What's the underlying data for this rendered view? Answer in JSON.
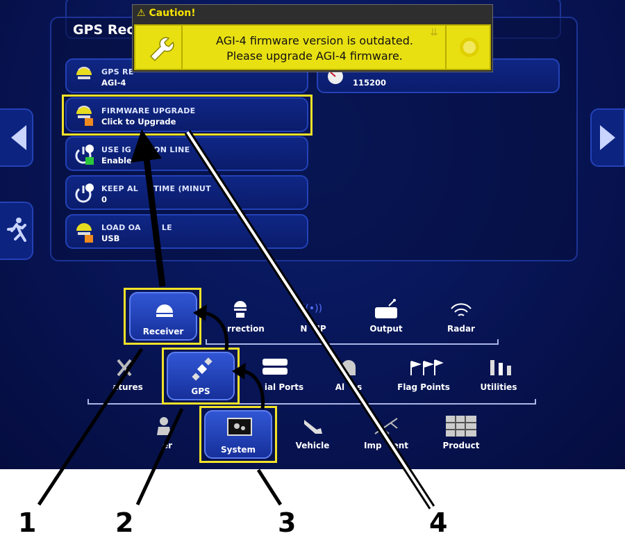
{
  "panel": {
    "title": "GPS Rec",
    "settings": [
      {
        "label": "GPS RE",
        "value": "AGI-4"
      },
      {
        "label": "FIRMWARE UPGRADE",
        "value": "Click to Upgrade"
      },
      {
        "label": "USE IG",
        "label_tail": "ON LINE",
        "value": "Enable"
      },
      {
        "label": "KEEP AL",
        "label_tail": "TIME (MINUT",
        "value": "0"
      },
      {
        "label": "LOAD OA",
        "label_tail": "LE",
        "value": "USB"
      }
    ],
    "right_setting": {
      "value": "115200"
    }
  },
  "caution": {
    "heading": "Caution!",
    "message_line1": "AGI-4 firmware version is outdated.",
    "message_line2": "Please upgrade AGI-4 firmware."
  },
  "nav": {
    "row1": [
      {
        "label": "Receiver",
        "icon": "receiver-icon",
        "selected": true
      },
      {
        "label": "rrection",
        "icon": "correction-icon"
      },
      {
        "label": "N",
        "label_tail": "IP",
        "icon": "ntrip-icon"
      },
      {
        "label": "Output",
        "icon": "output-icon"
      },
      {
        "label": "Radar",
        "icon": "radar-icon"
      }
    ],
    "row2": [
      {
        "label": "atures",
        "icon": "features-icon"
      },
      {
        "label": "GPS",
        "icon": "satellite-icon",
        "selected": true
      },
      {
        "label": "ial Ports",
        "icon": "serial-ports-icon"
      },
      {
        "label": "Al",
        "label_tail": "s",
        "icon": "alarms-icon"
      },
      {
        "label": "Flag Points",
        "icon": "flag-points-icon"
      },
      {
        "label": "Utilities",
        "icon": "utilities-icon"
      }
    ],
    "row3": [
      {
        "label": "er",
        "icon": "user-icon"
      },
      {
        "label": "System",
        "icon": "system-icon",
        "selected": true
      },
      {
        "label": "Vehicle",
        "icon": "vehicle-icon"
      },
      {
        "label": "Imp",
        "label_tail": "ent",
        "icon": "implement-icon"
      },
      {
        "label": "Product",
        "icon": "product-icon"
      }
    ]
  },
  "callouts": [
    "1",
    "2",
    "3",
    "4"
  ],
  "colors": {
    "highlight": "#f2e227",
    "background": "#081659",
    "caution": "#e9e012"
  }
}
